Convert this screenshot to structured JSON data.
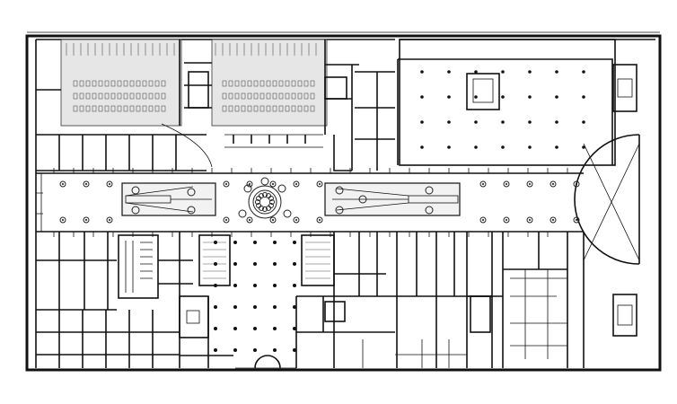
{
  "drawing": {
    "kind": "architectural floor plan",
    "labels": [],
    "colors": {
      "line": "#111111",
      "background": "#ffffff",
      "shade": "#e6e6e6"
    },
    "elements": [
      "escalator-west",
      "escalator-east",
      "central-atrium",
      "rotunda-east",
      "parking-bays"
    ]
  }
}
